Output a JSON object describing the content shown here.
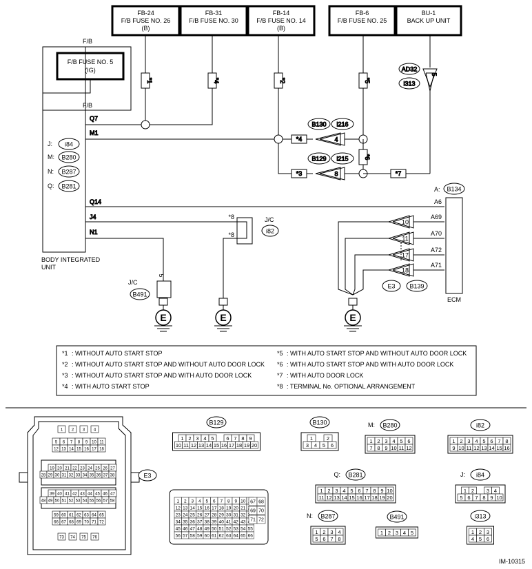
{
  "fuse_boxes": [
    {
      "id": "FB-24",
      "line1": "F/B FUSE NO. 26",
      "line2": "(B)"
    },
    {
      "id": "FB-31",
      "line1": "F/B FUSE NO. 30",
      "line2": ""
    },
    {
      "id": "FB-14",
      "line1": "F/B FUSE NO. 14",
      "line2": "(B)"
    },
    {
      "id": "FB-6",
      "line1": "F/B FUSE NO. 25",
      "line2": ""
    },
    {
      "id": "BU-1",
      "line1": "BACK UP UNIT",
      "line2": ""
    }
  ],
  "fb_label": "F/B",
  "fb_fuse5": {
    "line1": "F/B FUSE NO. 5",
    "line2": "(IG)"
  },
  "fb_label2": "F/B",
  "unit_label": [
    "BODY INTEGRATED",
    "UNIT"
  ],
  "unit_conn_labels": [
    {
      "key": "J:",
      "conn": "i84"
    },
    {
      "key": "M:",
      "conn": "B280"
    },
    {
      "key": "N:",
      "conn": "B287"
    },
    {
      "key": "Q:",
      "conn": "B281"
    }
  ],
  "unit_pins": [
    "Q7",
    "M1",
    "Q14",
    "J4",
    "N1"
  ],
  "wire_notes": [
    "*1",
    "*4",
    "*2",
    "*5"
  ],
  "conn_ad32": "AD32",
  "conn_i313": "i313",
  "pin_5": "5",
  "diodes": [
    {
      "c1": "B130",
      "c2": "i216",
      "pin": "4",
      "note": "*4"
    },
    {
      "c1": "B129",
      "c2": "i215",
      "pin": "8",
      "note": "*3"
    }
  ],
  "note_6": "*6",
  "note_7": "*7",
  "jc1": {
    "label": "J/C",
    "conn": "i82",
    "n1": "*8",
    "n2": "*8"
  },
  "jc2": {
    "label": "J/C",
    "conn": "B491",
    "pin": "5"
  },
  "ground": "E",
  "ecm": {
    "label": "ECM",
    "conn_prefix": "A:",
    "conn": "B134",
    "pins": [
      "A6",
      "A69",
      "A70",
      "A72",
      "A71"
    ],
    "inputs": [
      "10",
      "11",
      "17",
      "18"
    ],
    "e3": "E3",
    "b139": "B139"
  },
  "legend_left": [
    {
      "k": "*1",
      "t": ": WITHOUT AUTO START STOP"
    },
    {
      "k": "*2",
      "t": ": WITHOUT AUTO START STOP AND WITHOUT AUTO DOOR LOCK"
    },
    {
      "k": "*3",
      "t": ": WITHOUT AUTO START STOP AND WITH AUTO DOOR LOCK"
    },
    {
      "k": "*4",
      "t": ": WITH AUTO START STOP"
    }
  ],
  "legend_right": [
    {
      "k": "*5",
      "t": ": WITH AUTO START STOP AND WITHOUT AUTO DOOR LOCK"
    },
    {
      "k": "*6",
      "t": ": WITH AUTO START STOP AND WITH AUTO DOOR LOCK"
    },
    {
      "k": "*7",
      "t": ": WITH AUTO DOOR LOCK"
    },
    {
      "k": "*8",
      "t": ": TERMINAL No. OPTIONAL ARRANGEMENT"
    }
  ],
  "e3_connector": {
    "label": "E3",
    "rows": [
      [
        "1",
        "2",
        "3",
        "4"
      ],
      [
        "5",
        "6",
        "7",
        "8",
        "9",
        "10",
        "11"
      ],
      [
        "12",
        "13",
        "14",
        "15",
        "16",
        "17",
        "18"
      ],
      [
        "19",
        "20",
        "21",
        "22",
        "23",
        "24",
        "25",
        "26",
        "27"
      ],
      [
        "28",
        "29",
        "30",
        "31",
        "32",
        "33",
        "34",
        "35",
        "36",
        "37",
        "38"
      ],
      [
        "39",
        "40",
        "41",
        "42",
        "43",
        "44",
        "45",
        "46",
        "47"
      ],
      [
        "48",
        "49",
        "50",
        "51",
        "52",
        "53",
        "54",
        "55",
        "56",
        "57",
        "58"
      ],
      [
        "59",
        "60",
        "61",
        "62",
        "63",
        "64",
        "65"
      ],
      [
        "66",
        "67",
        "68",
        "69",
        "70",
        "71",
        "72"
      ],
      [
        "73",
        "74",
        "75",
        "76"
      ]
    ]
  },
  "conn_views": [
    {
      "name": "B129",
      "prefix": "",
      "rows": [
        [
          "1",
          "2",
          "3",
          "4",
          "5",
          "",
          "6",
          "7",
          "8",
          "9"
        ],
        [
          "10",
          "11",
          "12",
          "13",
          "14",
          "15",
          "16",
          "17",
          "18",
          "19",
          "20"
        ]
      ]
    },
    {
      "name": "B130",
      "prefix": "",
      "rows": [
        [
          "1",
          "",
          "2"
        ],
        [
          "3",
          "4",
          "5",
          "6"
        ]
      ]
    },
    {
      "name": "B280",
      "prefix": "M:",
      "rows": [
        [
          "1",
          "2",
          "3",
          "4",
          "5",
          "6"
        ],
        [
          "7",
          "8",
          "9",
          "10",
          "11",
          "12"
        ]
      ]
    },
    {
      "name": "i82",
      "prefix": "",
      "rows": [
        [
          "1",
          "2",
          "3",
          "4",
          "5",
          "6",
          "7",
          "8"
        ],
        [
          "9",
          "10",
          "11",
          "12",
          "13",
          "14",
          "15",
          "16"
        ]
      ]
    },
    {
      "name": "B281",
      "prefix": "Q:",
      "rows": [
        [
          "1",
          "2",
          "3",
          "4",
          "5",
          "6",
          "7",
          "8",
          "9",
          "10"
        ],
        [
          "11",
          "12",
          "13",
          "14",
          "15",
          "16",
          "17",
          "18",
          "19",
          "20"
        ]
      ]
    },
    {
      "name": "i84",
      "prefix": "J:",
      "rows": [
        [
          "1",
          "2",
          "",
          "3",
          "4"
        ],
        [
          "5",
          "6",
          "7",
          "8",
          "9",
          "10"
        ]
      ]
    },
    {
      "name": "B287",
      "prefix": "N:",
      "rows": [
        [
          "1",
          "2",
          "3",
          "4"
        ],
        [
          "5",
          "6",
          "7",
          "8"
        ]
      ]
    },
    {
      "name": "B491",
      "prefix": "",
      "rows": [
        [
          "1",
          "2",
          "3",
          "4",
          "5"
        ]
      ]
    },
    {
      "name": "i313",
      "prefix": "",
      "rows": [
        [
          "1",
          "2",
          "3"
        ],
        [
          "4",
          "5",
          "6"
        ]
      ]
    }
  ],
  "b134": {
    "prefix": "A:",
    "name": "B134",
    "left": [
      [
        "1",
        "2",
        "3",
        "4",
        "5",
        "6",
        "7",
        "8",
        "9",
        "10",
        "11"
      ],
      [
        "12",
        "13",
        "14",
        "15",
        "16",
        "17",
        "18",
        "19",
        "20",
        "21",
        "22"
      ],
      [
        "23",
        "24",
        "25",
        "26",
        "27",
        "28",
        "29",
        "30",
        "31",
        "32",
        "33"
      ],
      [
        "34",
        "35",
        "36",
        "37",
        "38",
        "39",
        "40",
        "41",
        "42",
        "43",
        "44"
      ],
      [
        "45",
        "46",
        "47",
        "48",
        "49",
        "50",
        "51",
        "52",
        "53",
        "54",
        "55"
      ],
      [
        "56",
        "57",
        "58",
        "59",
        "60",
        "61",
        "62",
        "63",
        "64",
        "65",
        "66"
      ]
    ],
    "right": [
      [
        "67",
        "68"
      ],
      [
        "69",
        "70"
      ],
      [
        "71",
        "72"
      ]
    ]
  },
  "diagram_id": "IM-10315"
}
